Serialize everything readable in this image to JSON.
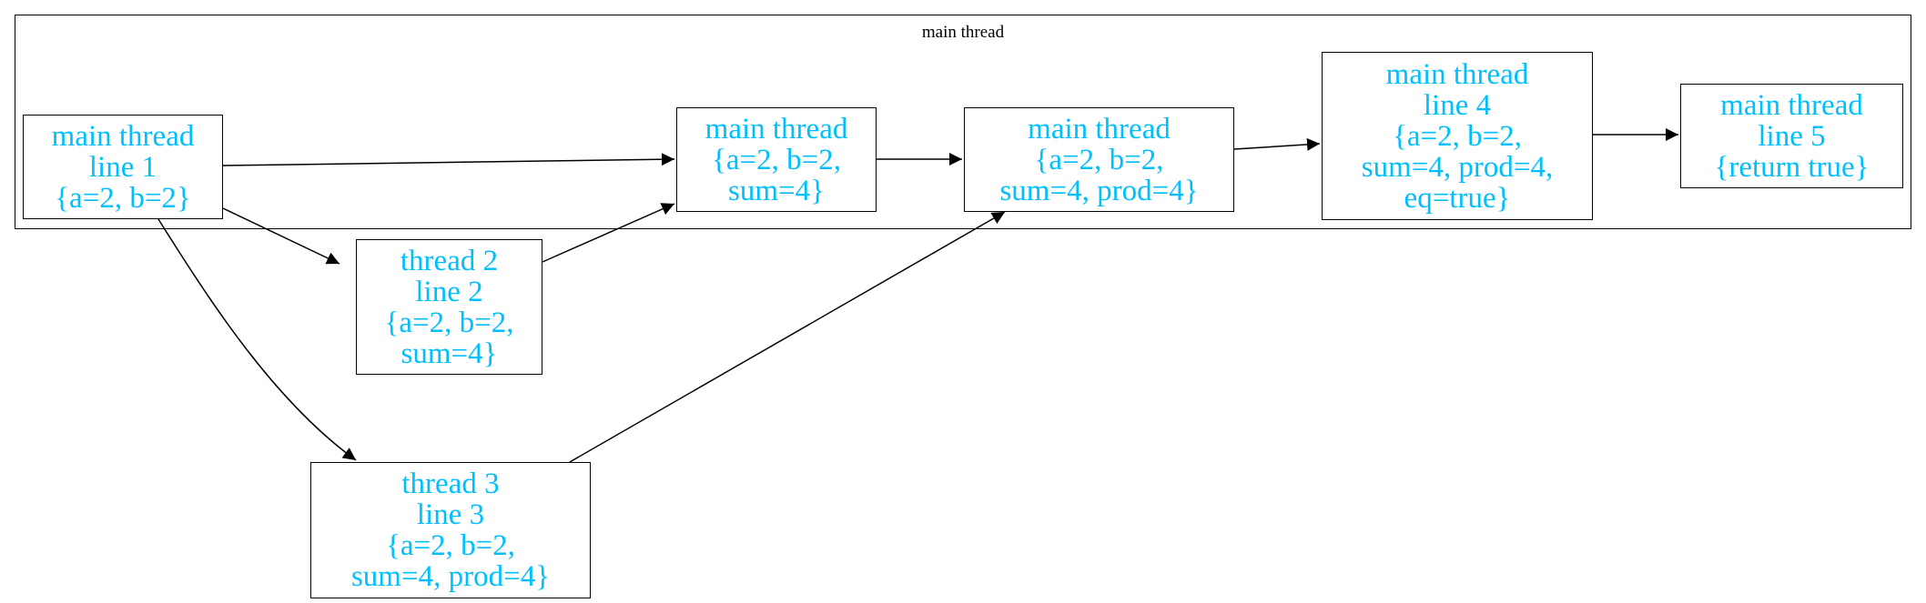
{
  "diagram": {
    "text_color": "#00bfff",
    "line_color": "#000000",
    "cluster": {
      "label": "main thread"
    },
    "nodes": [
      {
        "id": "n1",
        "lines": [
          "main thread",
          "line 1",
          "{a=2, b=2}"
        ]
      },
      {
        "id": "n2",
        "lines": [
          "thread 2",
          "line 2",
          "{a=2, b=2,",
          "sum=4}"
        ]
      },
      {
        "id": "n3",
        "lines": [
          "thread 3",
          "line 3",
          "{a=2, b=2,",
          "sum=4, prod=4}"
        ]
      },
      {
        "id": "m1",
        "lines": [
          "main thread",
          "{a=2, b=2,",
          "sum=4}"
        ]
      },
      {
        "id": "m2",
        "lines": [
          "main thread",
          "{a=2, b=2,",
          "sum=4, prod=4}"
        ]
      },
      {
        "id": "n4",
        "lines": [
          "main thread",
          "line 4",
          "{a=2, b=2,",
          "sum=4, prod=4,",
          "eq=true}"
        ]
      },
      {
        "id": "n5",
        "lines": [
          "main thread",
          "line 5",
          "{return true}"
        ]
      }
    ],
    "edges": [
      {
        "from": "n1",
        "to": "m1"
      },
      {
        "from": "n1",
        "to": "n2"
      },
      {
        "from": "n1",
        "to": "n3"
      },
      {
        "from": "n2",
        "to": "m1"
      },
      {
        "from": "m1",
        "to": "m2"
      },
      {
        "from": "n3",
        "to": "m2"
      },
      {
        "from": "m2",
        "to": "n4"
      },
      {
        "from": "n4",
        "to": "n5"
      }
    ]
  }
}
